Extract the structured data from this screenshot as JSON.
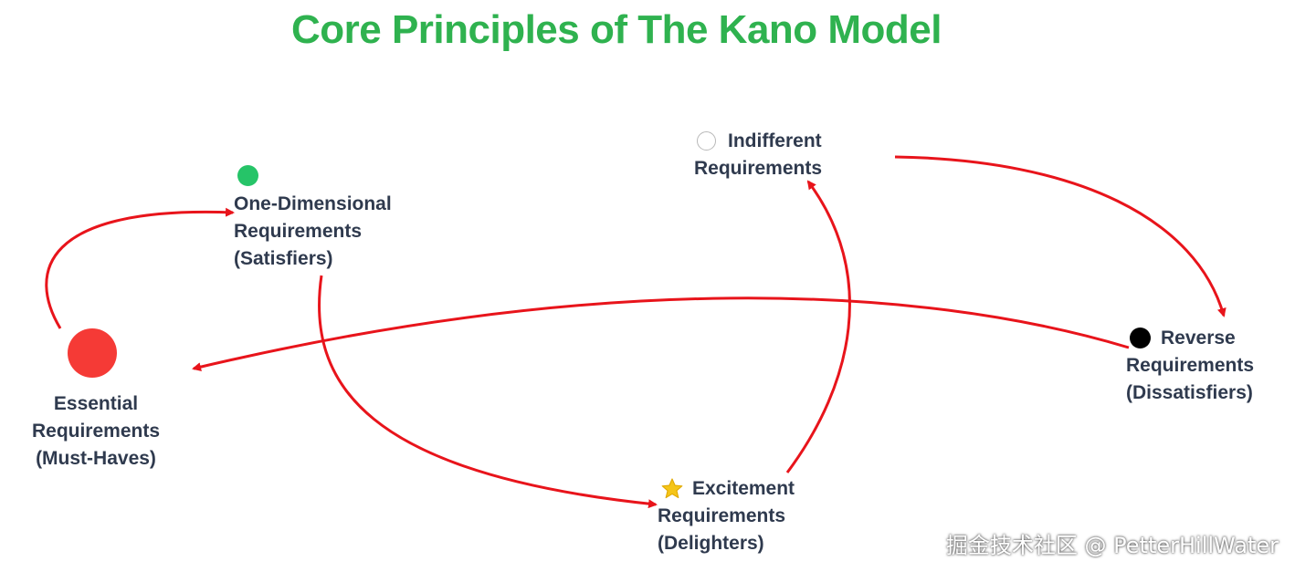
{
  "title": "Core Principles of The Kano Model",
  "nodes": {
    "essential": {
      "lines": [
        "Essential",
        "Requirements",
        "(Must-Haves)"
      ],
      "marker": "red-circle",
      "color": "#f53a36"
    },
    "one_dimensional": {
      "lines": [
        "One-Dimensional",
        "Requirements",
        "(Satisfiers)"
      ],
      "marker": "green-circle",
      "color": "#26c468"
    },
    "indifferent": {
      "lines": [
        "Indifferent",
        "Requirements"
      ],
      "marker": "white-circle",
      "color": "#ffffff"
    },
    "reverse": {
      "lines": [
        "Reverse",
        "Requirements",
        "(Dissatisfiers)"
      ],
      "marker": "black-circle",
      "color": "#000000"
    },
    "excitement": {
      "lines": [
        "Excitement",
        "Requirements",
        "(Delighters)"
      ],
      "marker": "star-icon",
      "color": "#f5c518"
    }
  },
  "arrow_color": "#e8141b",
  "watermark": "掘金技术社区 @ PetterHillWater"
}
